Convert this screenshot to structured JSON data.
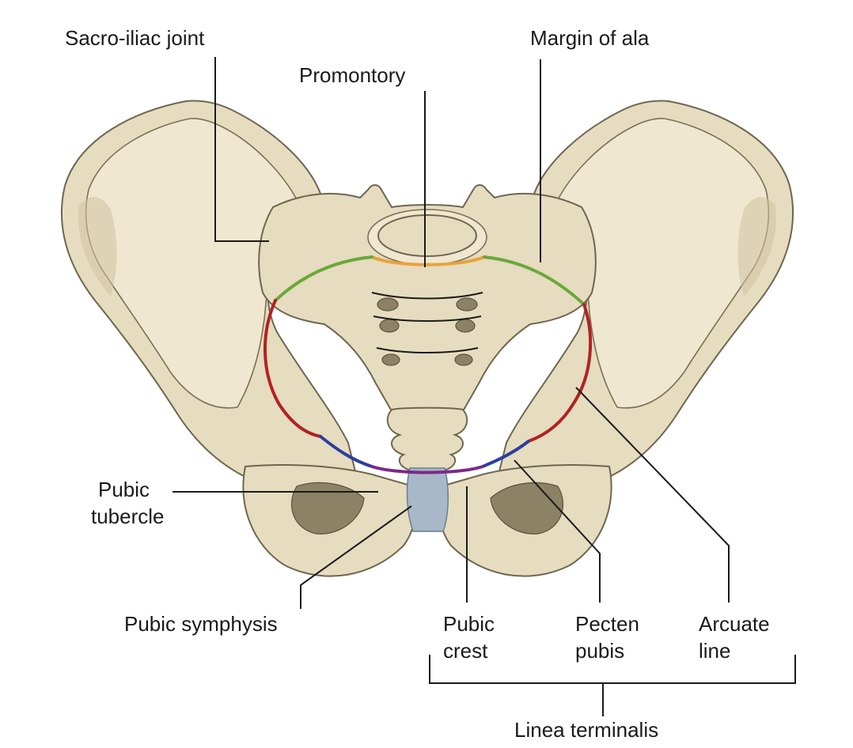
{
  "labels": {
    "sacro_iliac_joint": "Sacro-iliac joint",
    "promontory": "Promontory",
    "margin_of_ala": "Margin of ala",
    "pubic_tubercle_1": "Pubic",
    "pubic_tubercle_2": "tubercle",
    "pubic_symphysis": "Pubic symphysis",
    "pubic_crest_1": "Pubic",
    "pubic_crest_2": "crest",
    "pecten_pubis_1": "Pecten",
    "pecten_pubis_2": "pubis",
    "arcuate_line_1": "Arcuate",
    "arcuate_line_2": "line",
    "linea_terminalis": "Linea terminalis"
  },
  "colors": {
    "promontory": "#e8a23c",
    "margin_of_ala": "#6aa83a",
    "arcuate_line": "#b22222",
    "pecten_pubis": "#2b3f9e",
    "pubic_crest": "#7a2a8a",
    "pubic_symphysis": "#a9b8c9",
    "bone": "#e6dcbf"
  }
}
